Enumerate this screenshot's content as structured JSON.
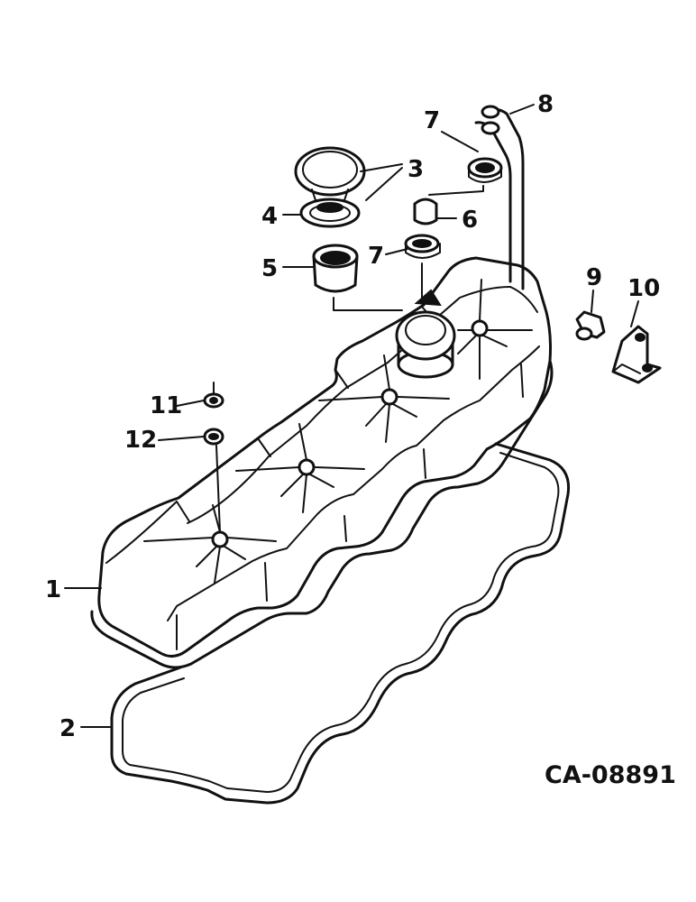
{
  "diagram": {
    "code": "CA-08891",
    "callouts": [
      "1",
      "2",
      "3",
      "4",
      "5",
      "6",
      "7",
      "7",
      "8",
      "9",
      "10",
      "11",
      "12"
    ]
  }
}
